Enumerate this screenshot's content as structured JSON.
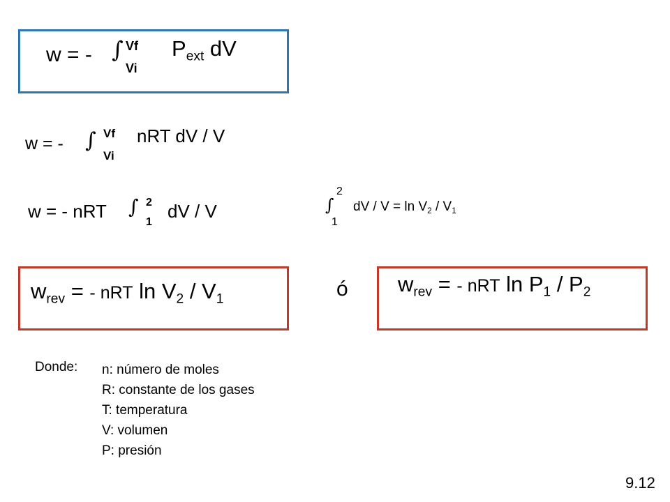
{
  "colors": {
    "blue_border": "#2E75B6",
    "red_border": "#C0392B"
  },
  "eq1": {
    "lhs": "w = -",
    "integral": "∫",
    "upper": "Vf",
    "lower": "Vi",
    "p": "P",
    "sub": "ext",
    "rest": " dV"
  },
  "eq2": {
    "lhs": "w = -",
    "integral": "∫",
    "upper": "Vf",
    "lower": "Vi",
    "rhs": "nRT dV / V"
  },
  "eq3": {
    "lhs": "w = - nRT",
    "integral": "∫",
    "upper": "2",
    "lower": "1",
    "rhs": "dV / V"
  },
  "side": {
    "integral": "∫",
    "upper": "2",
    "lower": "1",
    "t1": "dV / V = ln V",
    "s1": "2",
    "t2": " / V",
    "s2": "1"
  },
  "res1": {
    "w": "w",
    "sub": "rev",
    "eq": " = ",
    "nrt": "- nRT",
    "ln": " ln V",
    "s1": "2",
    "mid": " / V",
    "s2": "1"
  },
  "or_text": "ó",
  "res2": {
    "w": "w",
    "sub": "rev",
    "eq": " = ",
    "nrt": "- nRT",
    "ln": " ln P",
    "s1": "1",
    "mid": " / P",
    "s2": "2"
  },
  "legend": {
    "label": "Donde:",
    "items": [
      "n: número de moles",
      "R: constante de los gases",
      "T: temperatura",
      "V: volumen",
      "P: presión"
    ]
  },
  "page_number": "9.12"
}
